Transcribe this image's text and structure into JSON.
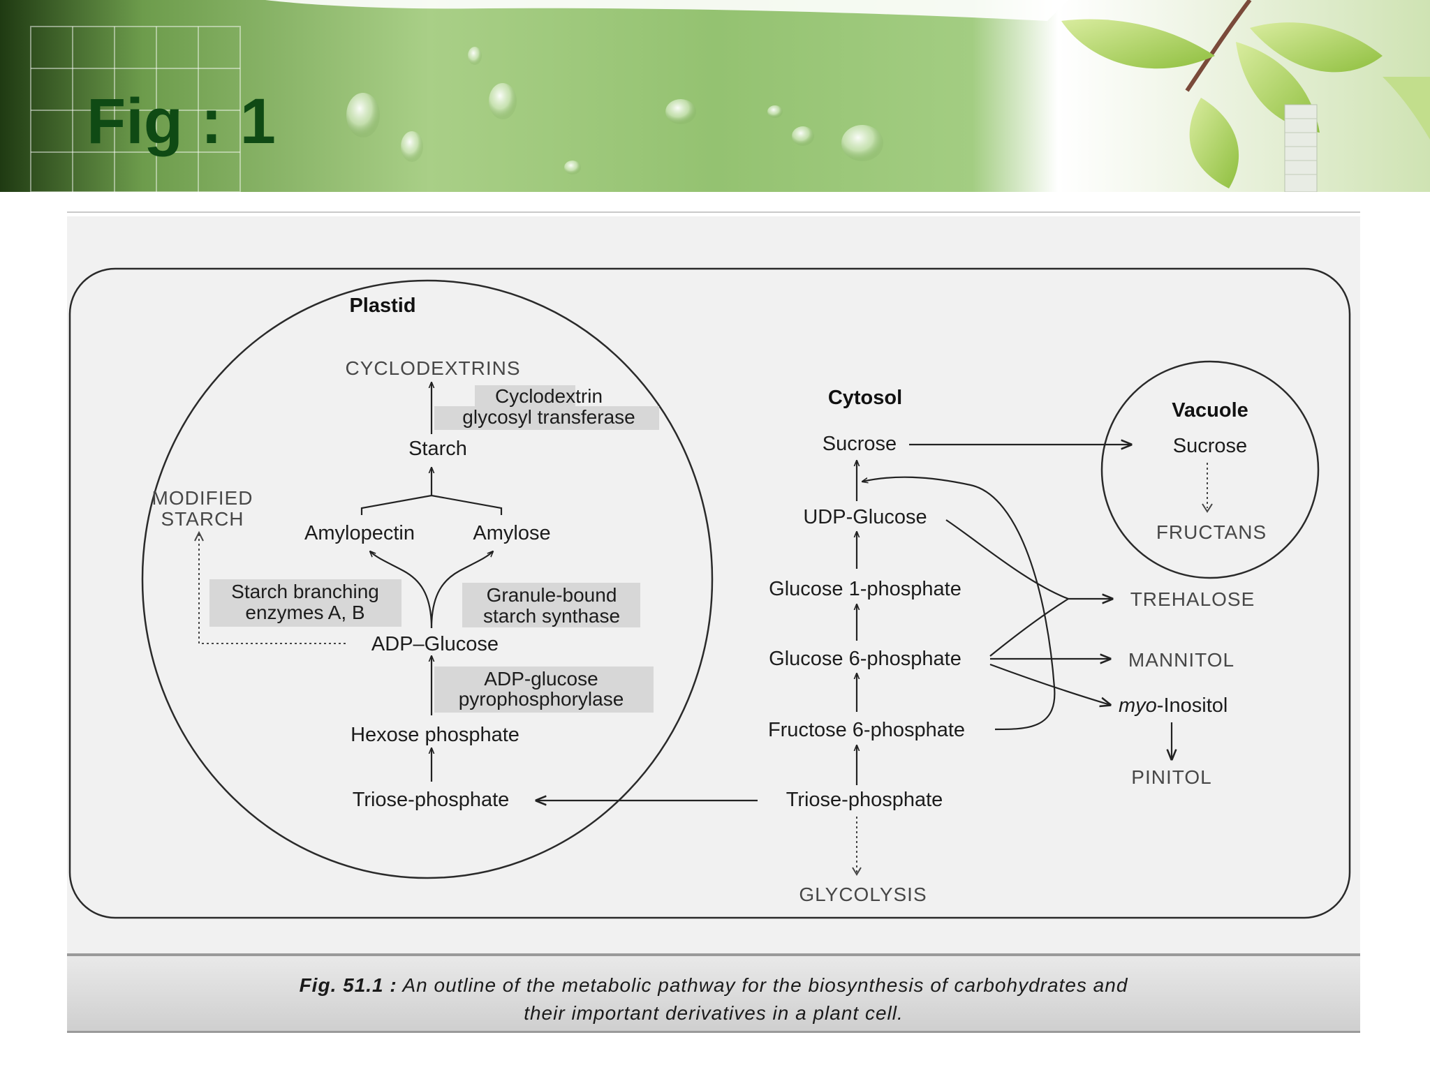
{
  "slide": {
    "title": "Fig : 1"
  },
  "diagram": {
    "plastid": {
      "title": "Plastid",
      "cyclodextrins": "CYCLODEXTRINS",
      "enzyme_cgt_line1": "Cyclodextrin",
      "enzyme_cgt_line2": "glycosyl transferase",
      "starch": "Starch",
      "modified_starch_line1": "MODIFIED",
      "modified_starch_line2": "STARCH",
      "amylopectin": "Amylopectin",
      "amylose": "Amylose",
      "enzyme_sbe_line1": "Starch branching",
      "enzyme_sbe_line2": "enzymes A, B",
      "enzyme_gbss_line1": "Granule-bound",
      "enzyme_gbss_line2": "starch synthase",
      "adp_glucose": "ADP–Glucose",
      "enzyme_agpase_line1": "ADP-glucose",
      "enzyme_agpase_line2": "pyrophosphorylase",
      "hexose_phosphate": "Hexose phosphate",
      "triose_phosphate": "Triose-phosphate"
    },
    "cytosol": {
      "title": "Cytosol",
      "sucrose": "Sucrose",
      "udp_glucose": "UDP-Glucose",
      "glucose_1_phosphate": "Glucose 1-phosphate",
      "glucose_6_phosphate": "Glucose 6-phosphate",
      "fructose_6_phosphate": "Fructose 6-phosphate",
      "triose_phosphate": "Triose-phosphate",
      "glycolysis": "GLYCOLYSIS"
    },
    "vacuole": {
      "title": "Vacuole",
      "sucrose": "Sucrose",
      "fructans": "FRUCTANS"
    },
    "products": {
      "trehalose": "TREHALOSE",
      "mannitol": "MANNITOL",
      "myo_prefix": "myo",
      "inositol_suffix": "-Inositol",
      "pinitol": "PINITOL"
    }
  },
  "caption": {
    "label": "Fig. 51.1 :",
    "line1": "An outline of the metabolic pathway for the biosynthesis of carbohydrates and",
    "line2": "their important derivatives in a plant cell."
  }
}
